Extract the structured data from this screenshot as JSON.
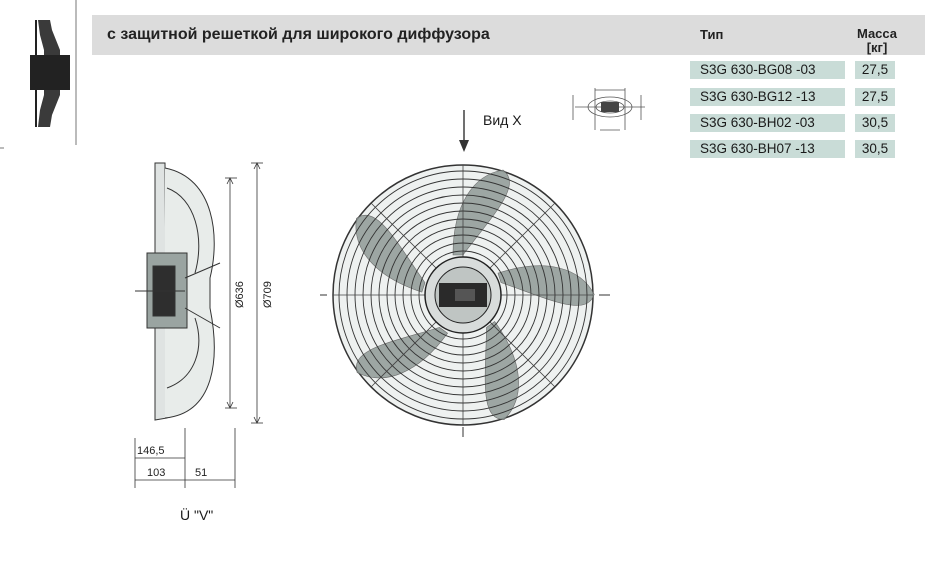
{
  "header": {
    "title": "с защитной решеткой для широкого диффузора",
    "col_type": "Тип",
    "col_mass_line1": "Масса",
    "col_mass_line2": "[кг]"
  },
  "models": [
    {
      "type": "S3G 630-BG08  -03",
      "mass": "27,5"
    },
    {
      "type": "S3G 630-BG12  -13",
      "mass": "27,5"
    },
    {
      "type": "S3G 630-BH02  -03",
      "mass": "30,5"
    },
    {
      "type": "S3G 630-BH07  -13",
      "mass": "30,5"
    }
  ],
  "drawing": {
    "view_x_label": "Вид X",
    "view_v_label": "Ü \"V\"",
    "dim_diameter_outer": "Ø709",
    "dim_diameter_inner": "Ø636",
    "dim_depth_total": "146,5",
    "dim_depth_a": "103",
    "dim_depth_b": "51",
    "colors": {
      "line": "#333333",
      "fill": "#8f9a96",
      "hub": "#2a2a2a"
    }
  }
}
